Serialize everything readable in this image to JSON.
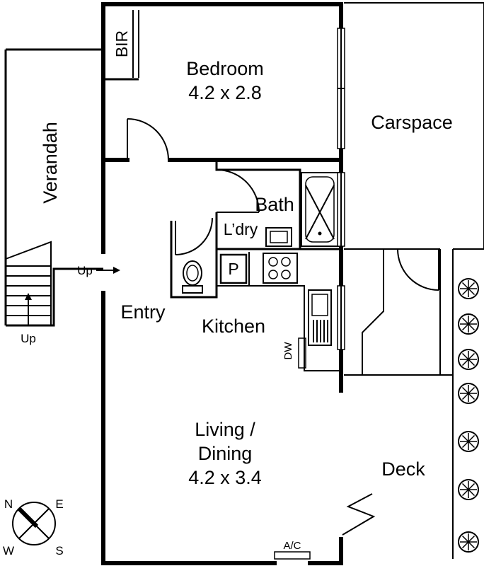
{
  "rooms": {
    "bedroom": {
      "name": "Bedroom",
      "size": "4.2 x 2.8"
    },
    "bir": "BIR",
    "carspace": "Carspace",
    "verandah": "Verandah",
    "bath": "Bath",
    "laundry": "L’dry",
    "pantry": "P",
    "kitchen": "Kitchen",
    "dw": "DW",
    "entry": "Entry",
    "living": {
      "line1": "Living /",
      "line2": "Dining",
      "size": "4.2 x 3.4"
    },
    "deck": "Deck",
    "ac": "A/C"
  },
  "stairs": {
    "up_stair": "Up",
    "up_entry": "Up"
  },
  "compass": {
    "n": "N",
    "e": "E",
    "s": "S",
    "w": "W"
  }
}
